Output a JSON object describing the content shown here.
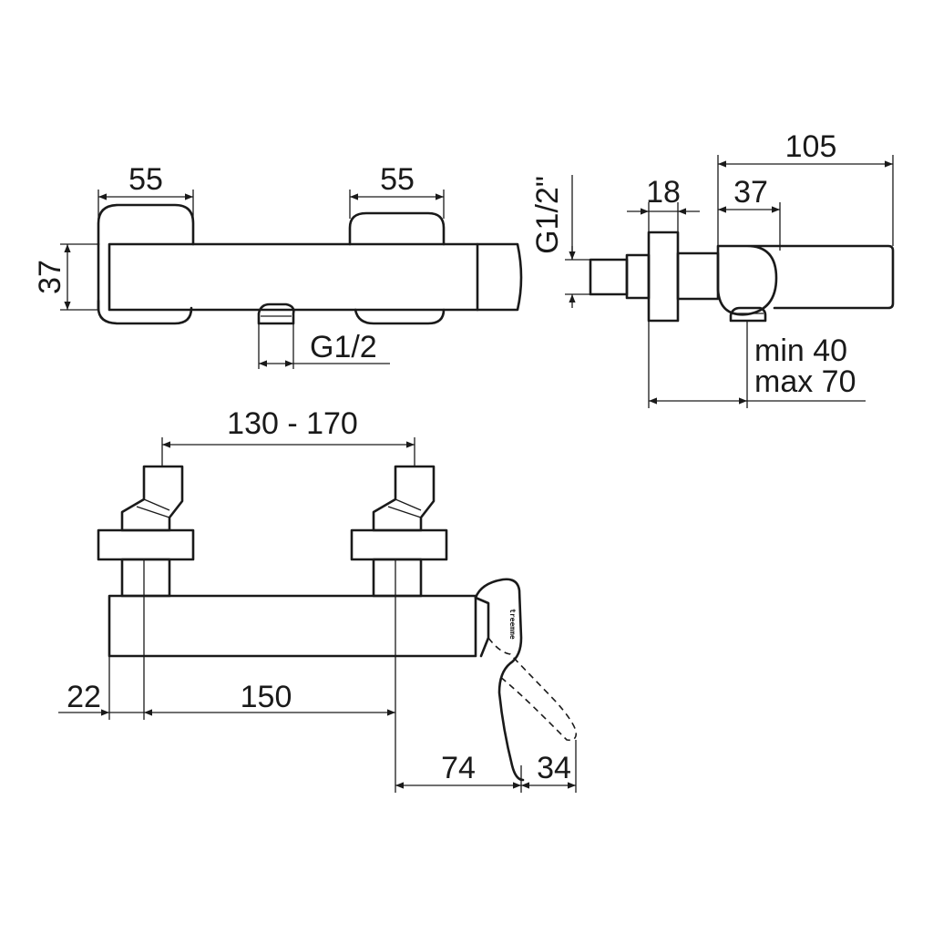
{
  "dimensions": {
    "top_left_width": "55",
    "top_right_width": "55",
    "top_height": "37",
    "top_outlet": "G1/2",
    "side_total": "105",
    "side_flange": "18",
    "side_handle": "37",
    "side_thread": "G1/2\"",
    "side_min": "min 40",
    "side_max": "max 70",
    "front_spacing": "130 - 170",
    "front_left": "22",
    "front_center": "150",
    "front_spout": "74",
    "front_lever": "34"
  },
  "brand": "treemme",
  "colors": {
    "line": "#1a1a1a",
    "background": "#ffffff"
  }
}
